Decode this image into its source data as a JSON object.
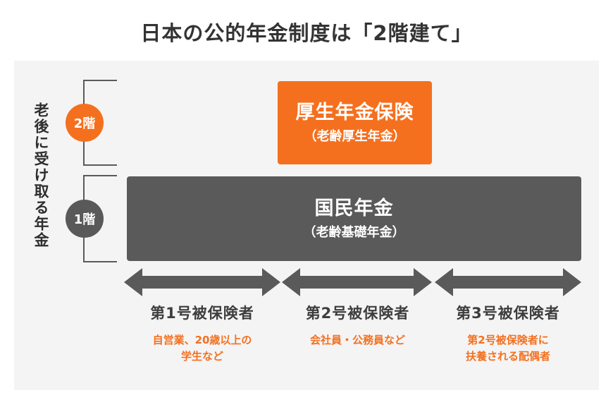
{
  "title": "日本の公的年金制度は「2階建て」",
  "panel": {
    "vertical_label": "老後に受け取る年金",
    "background_color": "#f4f4f4"
  },
  "floors": [
    {
      "badge": "2階",
      "color": "#f4701f",
      "name": "second-floor"
    },
    {
      "badge": "1階",
      "color": "#595959",
      "name": "first-floor"
    }
  ],
  "tiers": {
    "second": {
      "main": "厚生年金保険",
      "sub": "（老齢厚生年金）",
      "color": "#f4701f"
    },
    "first": {
      "main": "国民年金",
      "sub": "（老齢基礎年金）",
      "color": "#5a5a5a"
    }
  },
  "arrow_color": "#5a5a5a",
  "categories": [
    {
      "heading": "第1号被保険者",
      "detail": "自営業、20歳以上の\n学生など",
      "detail_line1": "自営業、20歳以上の",
      "detail_line2": "学生など",
      "accent": "#f4701f"
    },
    {
      "heading": "第2号被保険者",
      "detail": "会社員・公務員など",
      "detail_line1": "会社員・公務員など",
      "detail_line2": "",
      "accent": "#f4701f"
    },
    {
      "heading": "第3号被保険者",
      "detail": "第2号被保険者に\n扶養される配偶者",
      "detail_line1": "第2号被保険者に",
      "detail_line2": "扶養される配偶者",
      "accent": "#f4701f"
    }
  ]
}
